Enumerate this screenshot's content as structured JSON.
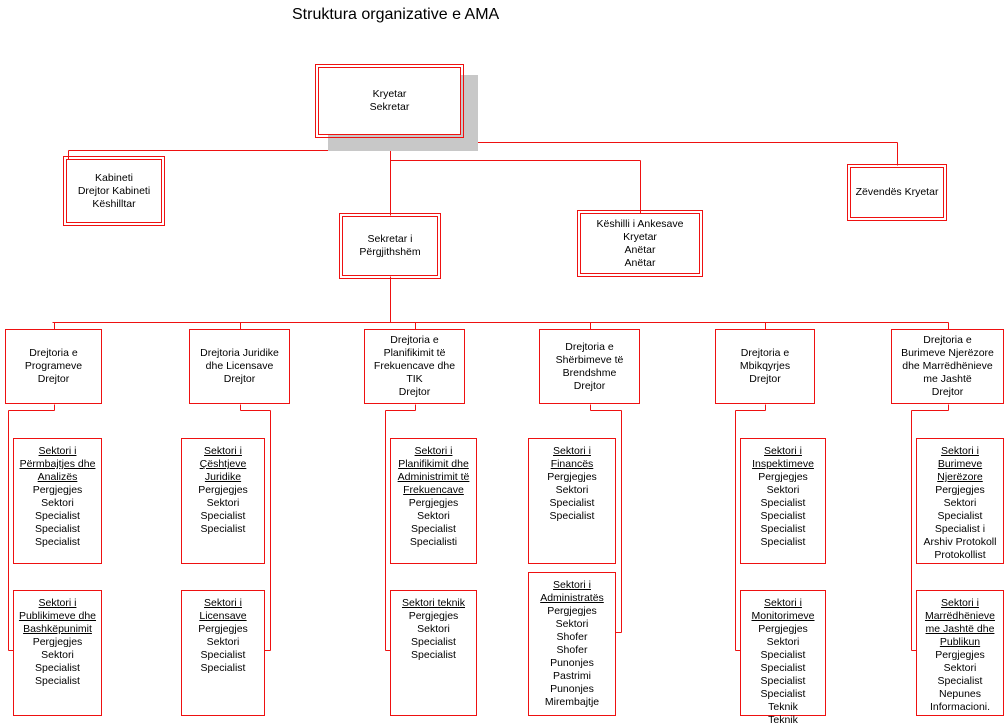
{
  "title": "Struktura organizative e AMA",
  "top": [
    "Kryetar",
    "Sekretar"
  ],
  "kabineti": [
    "Kabineti",
    "Drejtor Kabineti",
    "Këshilltar"
  ],
  "zevendes": [
    "Zëvendës Kryetar"
  ],
  "sekretar": [
    "Sekretar i",
    "Përgjithshëm"
  ],
  "keshilli": [
    "Këshilli i Ankesave",
    "Kryetar",
    "Anëtar",
    "Anëtar"
  ],
  "directorates": [
    {
      "name": [
        "Drejtoria e",
        "Programeve",
        "Drejtor"
      ],
      "sectors": [
        {
          "head": [
            "Sektori i",
            "Përmbajtjes dhe",
            "Analizës"
          ],
          "staff": [
            "Pergjegjes",
            "Sektori",
            "Specialist",
            "Specialist",
            "Specialist"
          ]
        },
        {
          "head": [
            "Sektori i",
            "Publikimeve dhe",
            "Bashkëpunimit"
          ],
          "staff": [
            "Pergjegjes",
            "Sektori",
            "Specialist",
            "Specialist"
          ]
        }
      ]
    },
    {
      "name": [
        "Drejtoria Juridike",
        "dhe Licensave",
        "Drejtor"
      ],
      "sectors": [
        {
          "head": [
            "Sektori i",
            "Çështjeve",
            "Juridike"
          ],
          "staff": [
            "Pergjegjes",
            "Sektori",
            "Specialist",
            "Specialist"
          ]
        },
        {
          "head": [
            "Sektori i",
            "Licensave"
          ],
          "staff": [
            "Pergjegjes",
            "Sektori",
            "Specialist",
            "Specialist"
          ]
        }
      ]
    },
    {
      "name": [
        "Drejtoria e",
        "Planifikimit të",
        "Frekuencave dhe",
        "TIK",
        "Drejtor"
      ],
      "sectors": [
        {
          "head": [
            "Sektori  i",
            "Planifikimit dhe",
            "Administrimit të",
            "Frekuencave"
          ],
          "staff": [
            "Pergjegjes",
            "Sektori",
            "Specialist",
            "Specialisti"
          ]
        },
        {
          "head": [
            "Sektori teknik"
          ],
          "staff": [
            "Pergjegjes",
            "Sektori",
            "Specialist",
            "Specialist"
          ]
        }
      ]
    },
    {
      "name": [
        "Drejtoria e",
        "Shërbimeve të",
        "Brendshme",
        "Drejtor"
      ],
      "sectors": [
        {
          "head": [
            "Sektori i",
            "Financës"
          ],
          "staff": [
            "Pergjegjes",
            "Sektori",
            "Specialist",
            "Specialist"
          ]
        },
        {
          "head": [
            "Sektori i",
            "Administratës"
          ],
          "staff": [
            "Pergjegjes",
            "Sektori",
            "Shofer",
            "Shofer",
            "Punonjes",
            "Pastrimi",
            "Punonjes",
            "Mirembajtje"
          ]
        }
      ]
    },
    {
      "name": [
        "Drejtoria e",
        "Mbikqyrjes",
        "Drejtor"
      ],
      "sectors": [
        {
          "head": [
            "Sektori i",
            "Inspektimeve"
          ],
          "staff": [
            "Pergjegjes",
            "Sektori",
            "Specialist",
            "Specialist",
            "Specialist",
            "Specialist"
          ]
        },
        {
          "head": [
            "Sektori i",
            "Monitorimeve"
          ],
          "staff": [
            "Pergjegjes",
            "Sektori",
            "Specialist",
            "Specialist",
            "Specialist",
            "Specialist",
            "Teknik",
            "Teknik"
          ]
        }
      ]
    },
    {
      "name": [
        "Drejtoria e",
        "Burimeve Njerëzore",
        "dhe Marrëdhënieve",
        "me Jashtë",
        "Drejtor"
      ],
      "sectors": [
        {
          "head": [
            "Sektori i",
            "Burimeve",
            "Njerëzore"
          ],
          "staff": [
            "Pergjegjes",
            "Sektori",
            "Specialist",
            "Specialist i",
            "Arshiv Protokoll",
            "Protokollist"
          ]
        },
        {
          "head": [
            "Sektori i",
            "Marrëdhënieve",
            "me Jashtë dhe",
            "Publikun"
          ],
          "staff": [
            "Pergjegjes",
            "Sektori",
            "Specialist",
            "Nepunes",
            "Informacioni."
          ]
        }
      ]
    }
  ]
}
